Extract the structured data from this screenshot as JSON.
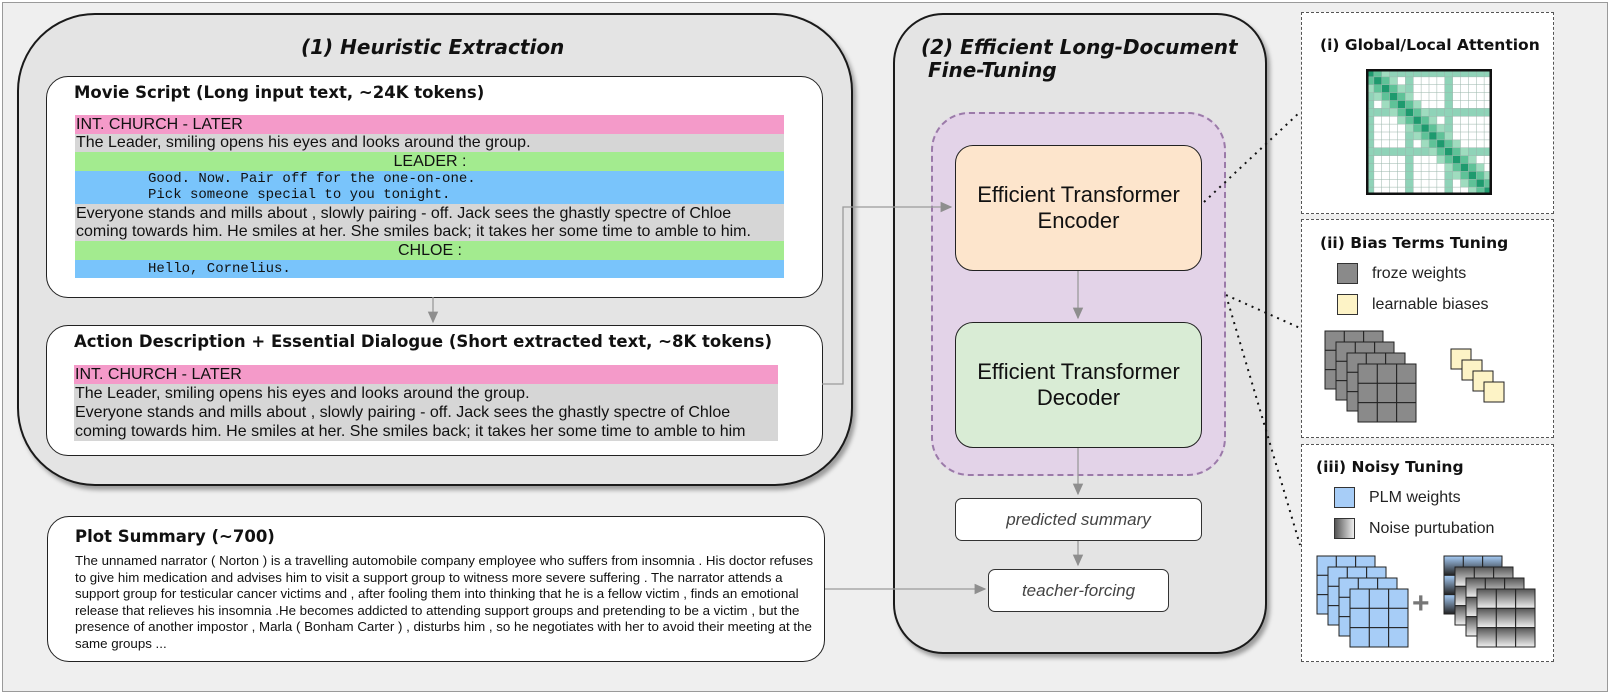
{
  "heuristic": {
    "title": "(1) Heuristic Extraction",
    "script_box": {
      "title": "Movie Script (Long input text, ~24K tokens)",
      "lines": [
        {
          "kind": "pink",
          "text": "INT. CHURCH - LATER"
        },
        {
          "kind": "gray",
          "text": "The Leader, smiling opens his eyes and looks around the group."
        },
        {
          "kind": "green",
          "text": "LEADER :"
        },
        {
          "kind": "blue",
          "text": "Good. Now. Pair off for the one-on-one."
        },
        {
          "kind": "blue",
          "text": "Pick someone special to you tonight."
        },
        {
          "kind": "gray",
          "text": "Everyone stands and mills about , slowly pairing - off. Jack sees the ghastly spectre of Chloe"
        },
        {
          "kind": "gray",
          "text": "coming towards him. He smiles at her. She smiles back; it takes her some time to amble to him."
        },
        {
          "kind": "green",
          "text": "CHLOE :"
        },
        {
          "kind": "blue",
          "text": "Hello, Cornelius."
        }
      ]
    },
    "extract_box": {
      "title": "Action Description + Essential Dialogue (Short extracted text, ~8K tokens)",
      "lines": [
        {
          "kind": "pink",
          "text": "INT. CHURCH - LATER"
        },
        {
          "kind": "gray",
          "text": "The Leader, smiling opens his eyes and looks around the group."
        },
        {
          "kind": "gray",
          "text": "Everyone stands and mills about , slowly pairing - off. Jack sees the ghastly spectre of Chloe"
        },
        {
          "kind": "gray",
          "text": "coming towards him. He smiles at her. She smiles back; it takes her some time to amble to him"
        }
      ]
    }
  },
  "plot": {
    "title": "Plot Summary (~700)",
    "text": "The unnamed narrator ( Norton ) is a travelling automobile company employee who suffers from insomnia . His doctor refuses to give him medication and advises him to visit a support group to witness more severe suffering . The narrator attends a support group for testicular cancer victims and , after fooling them into thinking that he is a fellow victim , finds an emotional release that relieves his insomnia .He becomes addicted to attending support groups and pretending to be a victim , but the presence of another impostor , Marla ( Bonham Carter ) , disturbs him , so he negotiates with her to avoid their meeting at the same groups ..."
  },
  "finetune": {
    "title_line1": "(2) Efficient Long-Document",
    "title_line2": "Fine-Tuning",
    "encoder": "Efficient Transformer\nEncoder",
    "decoder": "Efficient Transformer\nDecoder",
    "predicted": "predicted summary",
    "teacher": "teacher-forcing"
  },
  "side": {
    "attention": {
      "title": "(i) Global/Local Attention"
    },
    "bias": {
      "title": "(ii) Bias Terms Tuning",
      "legend": [
        "froze weights",
        "learnable biases"
      ]
    },
    "noisy": {
      "title": "(iii) Noisy Tuning",
      "legend": [
        "PLM weights",
        "Noise purtubation"
      ]
    }
  },
  "colors": {
    "encoder": "#fde5cc",
    "decoder": "#d9ecd5",
    "dashed_region": "#e3d3e8",
    "frozen": "#8a8a8a",
    "bias": "#fdf3c6",
    "plm": "#a7cdf7",
    "attention": "#1e9a6e"
  }
}
